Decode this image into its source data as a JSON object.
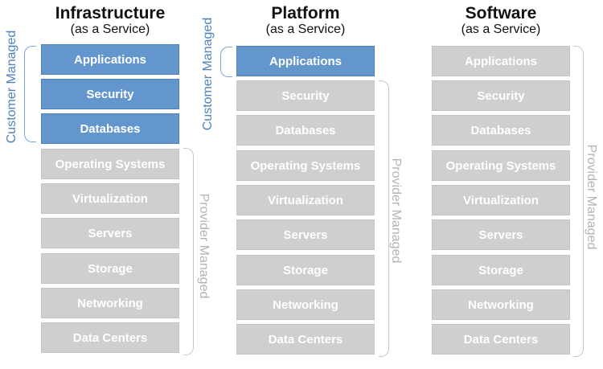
{
  "columns": [
    {
      "title": "Infrastructure",
      "subtitle": "(as a Service)",
      "layers": [
        {
          "label": "Applications",
          "managed_by": "customer"
        },
        {
          "label": "Security",
          "managed_by": "customer"
        },
        {
          "label": "Databases",
          "managed_by": "customer"
        },
        {
          "label": "Operating Systems",
          "managed_by": "provider"
        },
        {
          "label": "Virtualization",
          "managed_by": "provider"
        },
        {
          "label": "Servers",
          "managed_by": "provider"
        },
        {
          "label": "Storage",
          "managed_by": "provider"
        },
        {
          "label": "Networking",
          "managed_by": "provider"
        },
        {
          "label": "Data Centers",
          "managed_by": "provider"
        }
      ],
      "customer_label": "Customer Managed",
      "provider_label": "Provider Managed"
    },
    {
      "title": "Platform",
      "subtitle": "(as a Service)",
      "layers": [
        {
          "label": "Applications",
          "managed_by": "customer"
        },
        {
          "label": "Security",
          "managed_by": "provider"
        },
        {
          "label": "Databases",
          "managed_by": "provider"
        },
        {
          "label": "Operating Systems",
          "managed_by": "provider"
        },
        {
          "label": "Virtualization",
          "managed_by": "provider"
        },
        {
          "label": "Servers",
          "managed_by": "provider"
        },
        {
          "label": "Storage",
          "managed_by": "provider"
        },
        {
          "label": "Networking",
          "managed_by": "provider"
        },
        {
          "label": "Data Centers",
          "managed_by": "provider"
        }
      ],
      "customer_label": "Customer Managed",
      "provider_label": "Provider Managed"
    },
    {
      "title": "Software",
      "subtitle": "(as a Service)",
      "layers": [
        {
          "label": "Applications",
          "managed_by": "provider"
        },
        {
          "label": "Security",
          "managed_by": "provider"
        },
        {
          "label": "Databases",
          "managed_by": "provider"
        },
        {
          "label": "Operating Systems",
          "managed_by": "provider"
        },
        {
          "label": "Virtualization",
          "managed_by": "provider"
        },
        {
          "label": "Servers",
          "managed_by": "provider"
        },
        {
          "label": "Storage",
          "managed_by": "provider"
        },
        {
          "label": "Networking",
          "managed_by": "provider"
        },
        {
          "label": "Data Centers",
          "managed_by": "provider"
        }
      ],
      "provider_label": "Provider Managed"
    }
  ],
  "colors": {
    "customer_managed": "#6296cd",
    "provider_managed": "#cfcfcf",
    "customer_label": "#4f83bd",
    "provider_label": "#b4b4b4"
  }
}
